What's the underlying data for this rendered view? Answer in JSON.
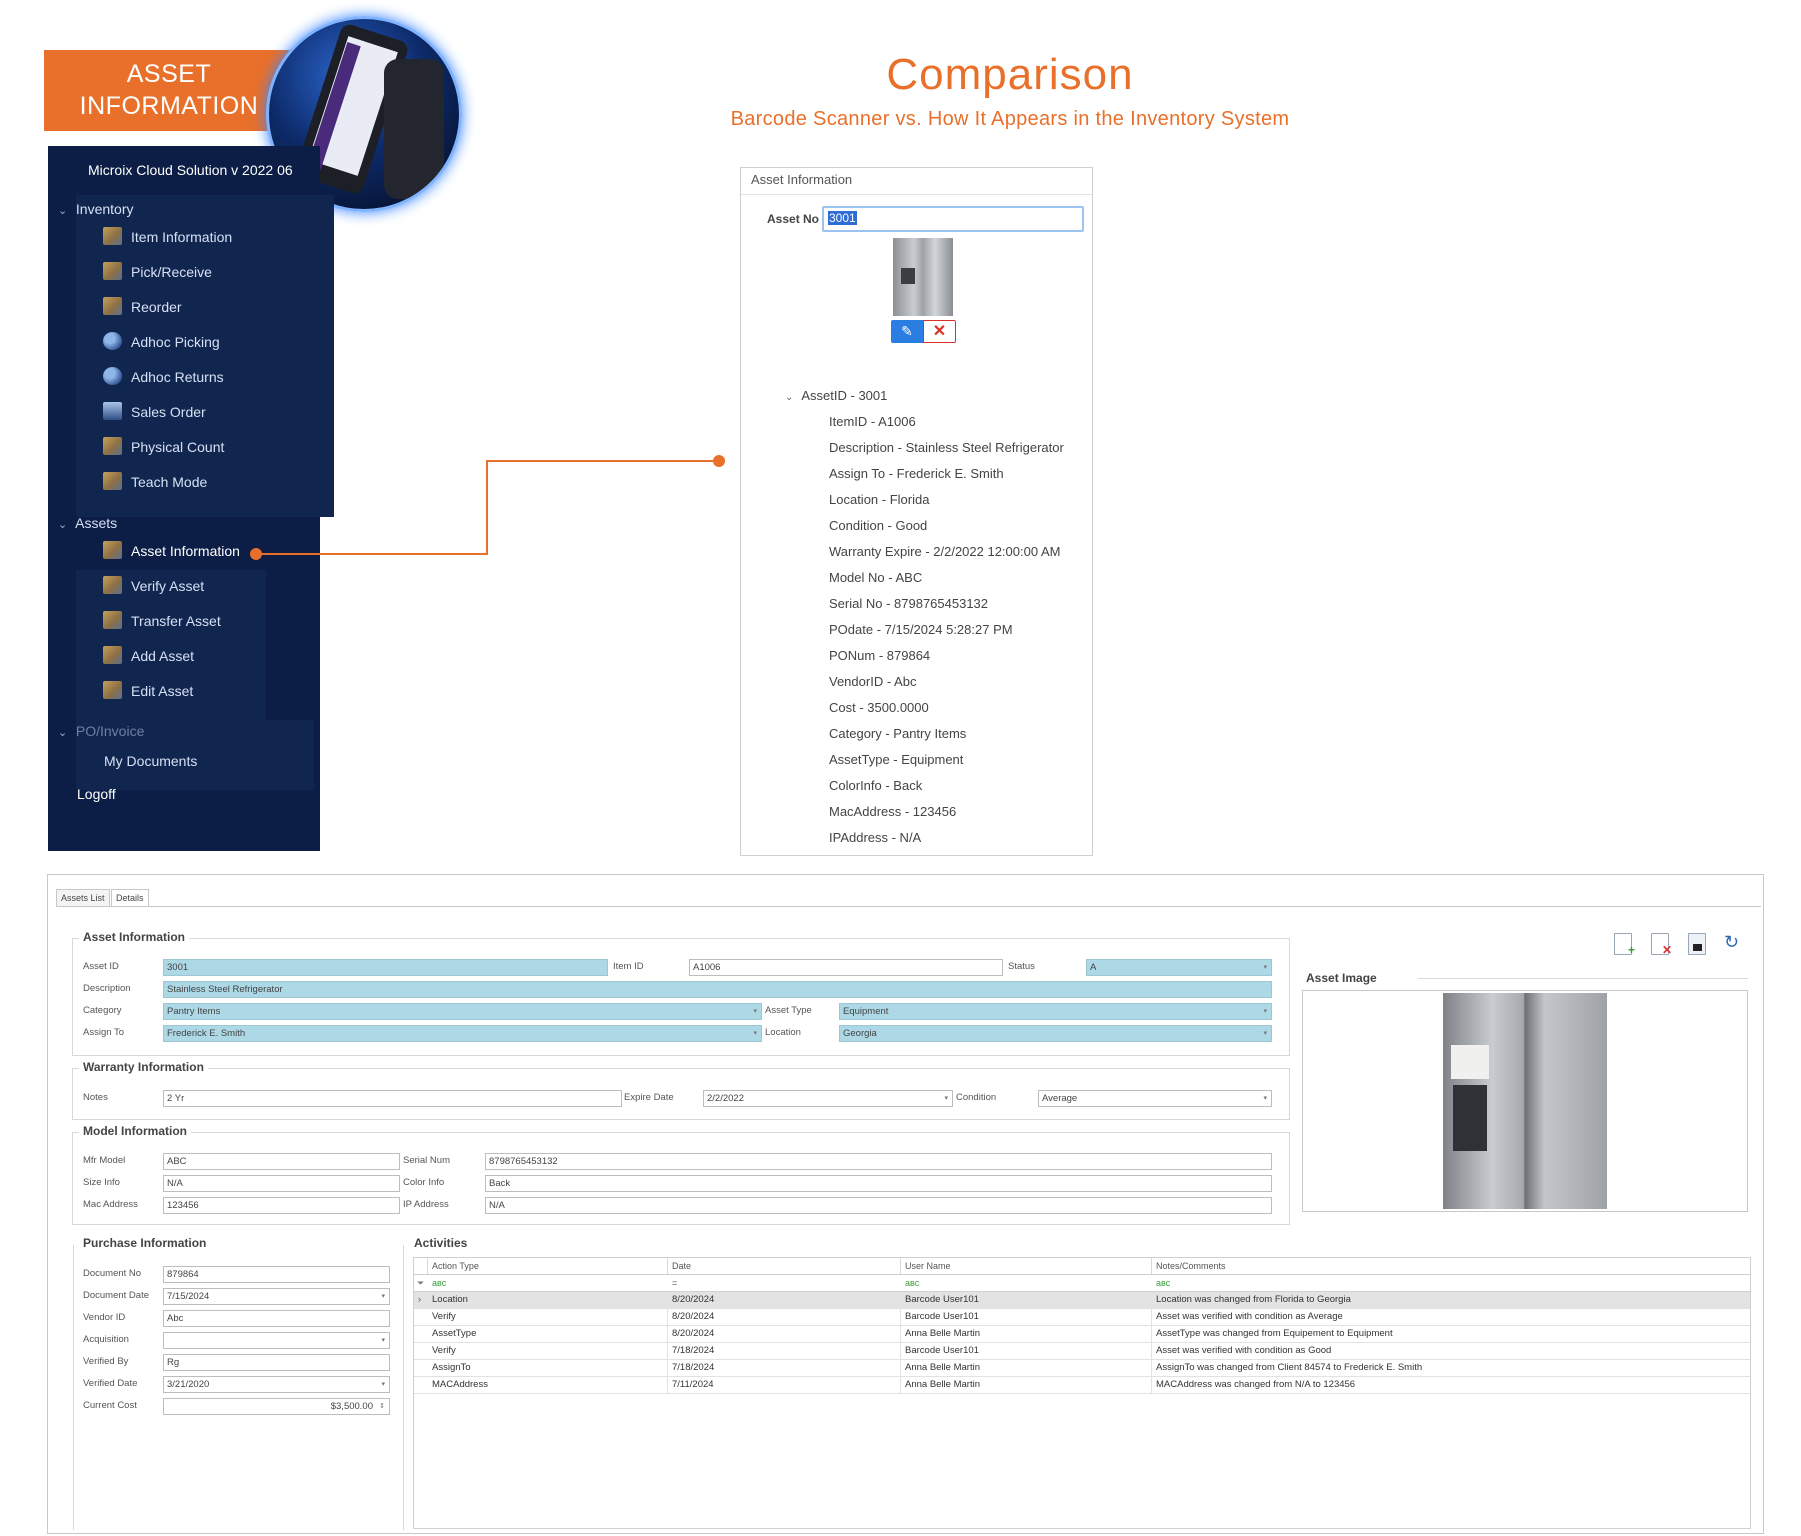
{
  "header": {
    "badge_line1": "ASSET",
    "badge_line2": "INFORMATION",
    "title": "Comparison",
    "subtitle": "Barcode Scanner vs. How It Appears in the Inventory System"
  },
  "colors": {
    "accent": "#e8702a",
    "scanner_bg": "#0c1e45",
    "field_blue": "#add8e6"
  },
  "scanner": {
    "app_title": "Microix Cloud Solution v 2022 06",
    "sections": [
      {
        "label": "Inventory",
        "items": [
          "Item Information",
          "Pick/Receive",
          "Reorder",
          "Adhoc Picking",
          "Adhoc Returns",
          "Sales Order",
          "Physical Count",
          "Teach Mode"
        ]
      },
      {
        "label": "Assets",
        "items": [
          "Asset Information",
          "Verify Asset",
          "Transfer Asset",
          "Add Asset",
          "Edit Asset"
        ]
      },
      {
        "label": "PO/Invoice",
        "items": [
          "My Documents"
        ]
      }
    ],
    "logoff": "Logoff",
    "active_item": "Asset Information"
  },
  "mobile": {
    "header": "Asset Information",
    "asset_no_label": "Asset No",
    "asset_no_value": "3001",
    "tree_root": "AssetID - 3001",
    "tree_items": [
      "ItemID - A1006",
      "Description - Stainless Steel Refrigerator",
      "Assign To - Frederick E. Smith",
      "Location - Florida",
      "Condition - Good",
      "Warranty Expire - 2/2/2022 12:00:00 AM",
      "Model No - ABC",
      "Serial No - 8798765453132",
      "POdate - 7/15/2024 5:28:27 PM",
      "PONum - 879864",
      "VendorID - Abc",
      "Cost - 3500.0000",
      "Category - Pantry Items",
      "AssetType - Equipment",
      "ColorInfo - Back",
      "MacAddress - 123456",
      "IPAddress - N/A"
    ]
  },
  "desktop": {
    "tabs": [
      "Assets List",
      "Details"
    ],
    "asset_info": {
      "title": "Asset Information",
      "asset_id_label": "Asset ID",
      "asset_id": "3001",
      "item_id_label": "Item ID",
      "item_id": "A1006",
      "status_label": "Status",
      "status": "A",
      "description_label": "Description",
      "description": "Stainless Steel Refrigerator",
      "category_label": "Category",
      "category": "Pantry Items",
      "asset_type_label": "Asset Type",
      "asset_type": "Equipment",
      "assign_to_label": "Assign To",
      "assign_to": "Frederick E. Smith",
      "location_label": "Location",
      "location": "Georgia"
    },
    "warranty": {
      "title": "Warranty Information",
      "notes_label": "Notes",
      "notes": "2 Yr",
      "expire_label": "Expire Date",
      "expire": "2/2/2022",
      "condition_label": "Condition",
      "condition": "Average"
    },
    "model": {
      "title": "Model Information",
      "mfr_model_label": "Mfr Model",
      "mfr_model": "ABC",
      "serial_label": "Serial Num",
      "serial": "8798765453132",
      "size_label": "Size Info",
      "size": "N/A",
      "color_label": "Color Info",
      "color": "Back",
      "mac_label": "Mac Address",
      "mac": "123456",
      "ip_label": "IP Address",
      "ip": "N/A"
    },
    "asset_image_title": "Asset Image",
    "purchase": {
      "title": "Purchase Information",
      "fields": [
        {
          "label": "Document No",
          "value": "879864",
          "dropdown": false
        },
        {
          "label": "Document Date",
          "value": "7/15/2024",
          "dropdown": true
        },
        {
          "label": "Vendor ID",
          "value": "Abc",
          "dropdown": false
        },
        {
          "label": "Acquisition",
          "value": "",
          "dropdown": true
        },
        {
          "label": "Verified By",
          "value": "Rg",
          "dropdown": false
        },
        {
          "label": "Verified Date",
          "value": "3/21/2020",
          "dropdown": true
        },
        {
          "label": "Current Cost",
          "value": "$3,500.00",
          "dropdown": false
        }
      ]
    },
    "activities": {
      "title": "Activities",
      "columns": [
        "Action Type",
        "Date",
        "User Name",
        "Notes/Comments"
      ],
      "filter_row": [
        "aʙc",
        "=",
        "aʙc",
        "aʙc"
      ],
      "rows": [
        [
          "Location",
          "8/20/2024",
          "Barcode User101",
          "Location was changed from Florida to Georgia"
        ],
        [
          "Verify",
          "8/20/2024",
          "Barcode User101",
          "Asset was verified with condition as Average"
        ],
        [
          "AssetType",
          "8/20/2024",
          "Anna Belle Martin",
          "AssetType was changed from Equipement to Equipment"
        ],
        [
          "Verify",
          "7/18/2024",
          "Barcode User101",
          "Asset was verified with condition as Good"
        ],
        [
          "AssignTo",
          "7/18/2024",
          "Anna Belle Martin",
          "AssignTo was changed from Client 84574 to Frederick E. Smith"
        ],
        [
          "MACAddress",
          "7/11/2024",
          "Anna Belle Martin",
          "MACAddress was changed from N/A to 123456"
        ]
      ]
    }
  }
}
